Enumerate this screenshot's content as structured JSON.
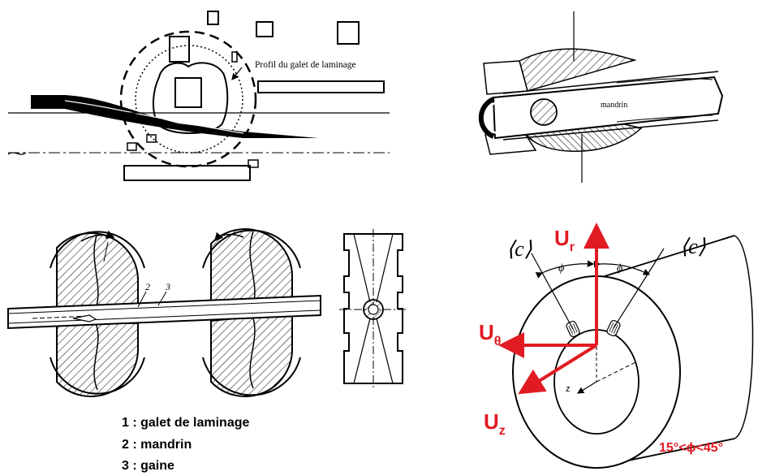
{
  "top_left": {
    "label": "Profil du galet de laminage"
  },
  "top_right": {
    "label": "mandrin"
  },
  "bottom_left": {
    "numbers": [
      "1",
      "2",
      "3"
    ],
    "legend": [
      "1 : galet de laminage",
      "2 : mandrin",
      "3 : gaine"
    ]
  },
  "bottom_right": {
    "c_left": "⟨c⟩",
    "c_right": "⟨c⟩",
    "phi_left": "ϕ",
    "phi_right": "ϕ",
    "z_small": "z",
    "u_r": "U",
    "u_r_sub": "r",
    "u_theta": "U",
    "u_theta_sub": "θ",
    "u_z": "U",
    "u_z_sub": "z",
    "angle_range": "15°<ϕ<45°",
    "accent_color": "#e01b22"
  }
}
